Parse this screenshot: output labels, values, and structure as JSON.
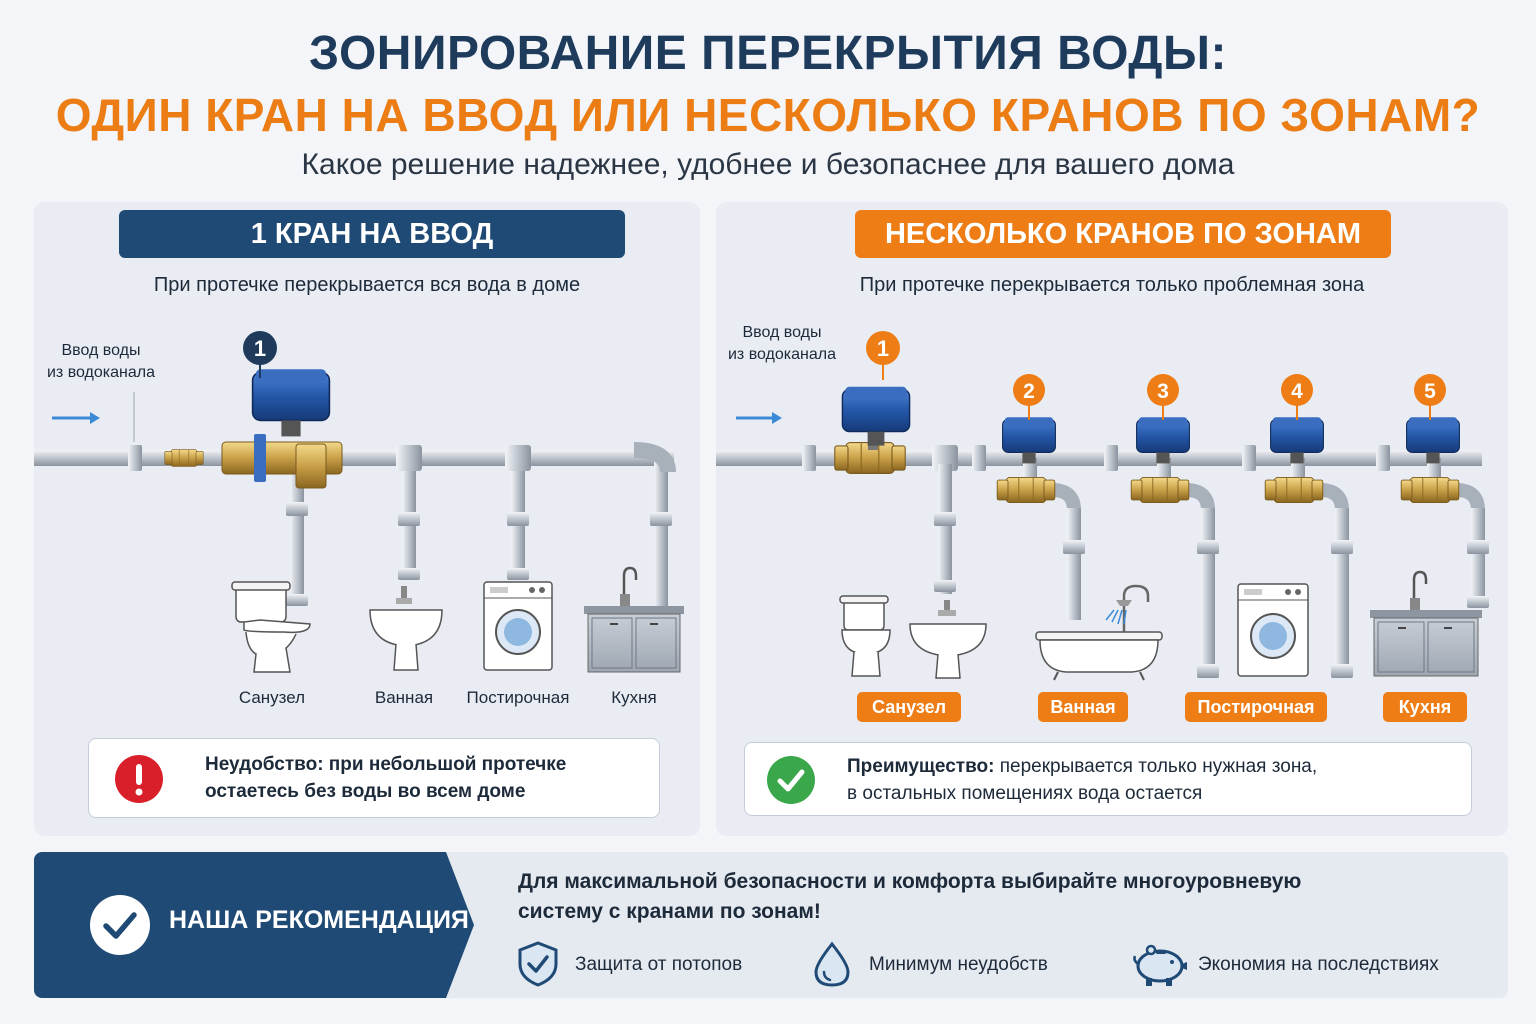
{
  "header": {
    "title_line1": "ЗОНИРОВАНИЕ ПЕРЕКРЫТИЯ ВОДЫ:",
    "title_line2": "ОДИН КРАН НА ВВОД ИЛИ НЕСКОЛЬКО КРАНОВ ПО ЗОНАМ?",
    "subtitle": "Какое решение надежнее, удобнее и безопаснее для вашего дома"
  },
  "left_panel": {
    "header": "1 КРАН НА ВВОД",
    "description": "При протечке перекрывается вся вода в доме",
    "inlet_line1": "Ввод воды",
    "inlet_line2": "из водоканала",
    "valve_number": "1",
    "rooms": [
      "Санузел",
      "Ванная",
      "Постирочная",
      "Кухня"
    ],
    "note_line1": "Неудобство: при небольшой протечке",
    "note_line2": "остаетесь без воды во всем доме"
  },
  "right_panel": {
    "header": "НЕСКОЛЬКО КРАНОВ ПО ЗОНАМ",
    "description": "При протечке перекрывается только проблемная зона",
    "inlet_line1": "Ввод воды",
    "inlet_line2": "из водоканала",
    "valve_numbers": [
      "1",
      "2",
      "3",
      "4",
      "5"
    ],
    "rooms": [
      "Санузел",
      "Ванная",
      "Постирочная",
      "Кухня"
    ],
    "note_bold": "Преимущество:",
    "note_rest": " перекрывается только нужная зона,",
    "note_line2": "в остальных помещениях вода остается"
  },
  "recommendation": {
    "label": "НАША РЕКОМЕНДАЦИЯ",
    "text_line1": "Для максимальной безопасности и комфорта выбирайте многоуровневую",
    "text_line2": "систему с кранами по зонам!",
    "benefits": [
      {
        "icon": "shield-check-icon",
        "label": "Защита от потопов"
      },
      {
        "icon": "water-drop-icon",
        "label": "Минимум неудобств"
      },
      {
        "icon": "piggy-bank-icon",
        "label": "Экономия на последствиях"
      }
    ]
  },
  "colors": {
    "navy": "#1e3b5c",
    "orange": "#ec7d14",
    "valve_blue": "#2457a8",
    "brass": "#c9a048",
    "warning_red": "#d91f2a",
    "success_green": "#3aa74a"
  }
}
